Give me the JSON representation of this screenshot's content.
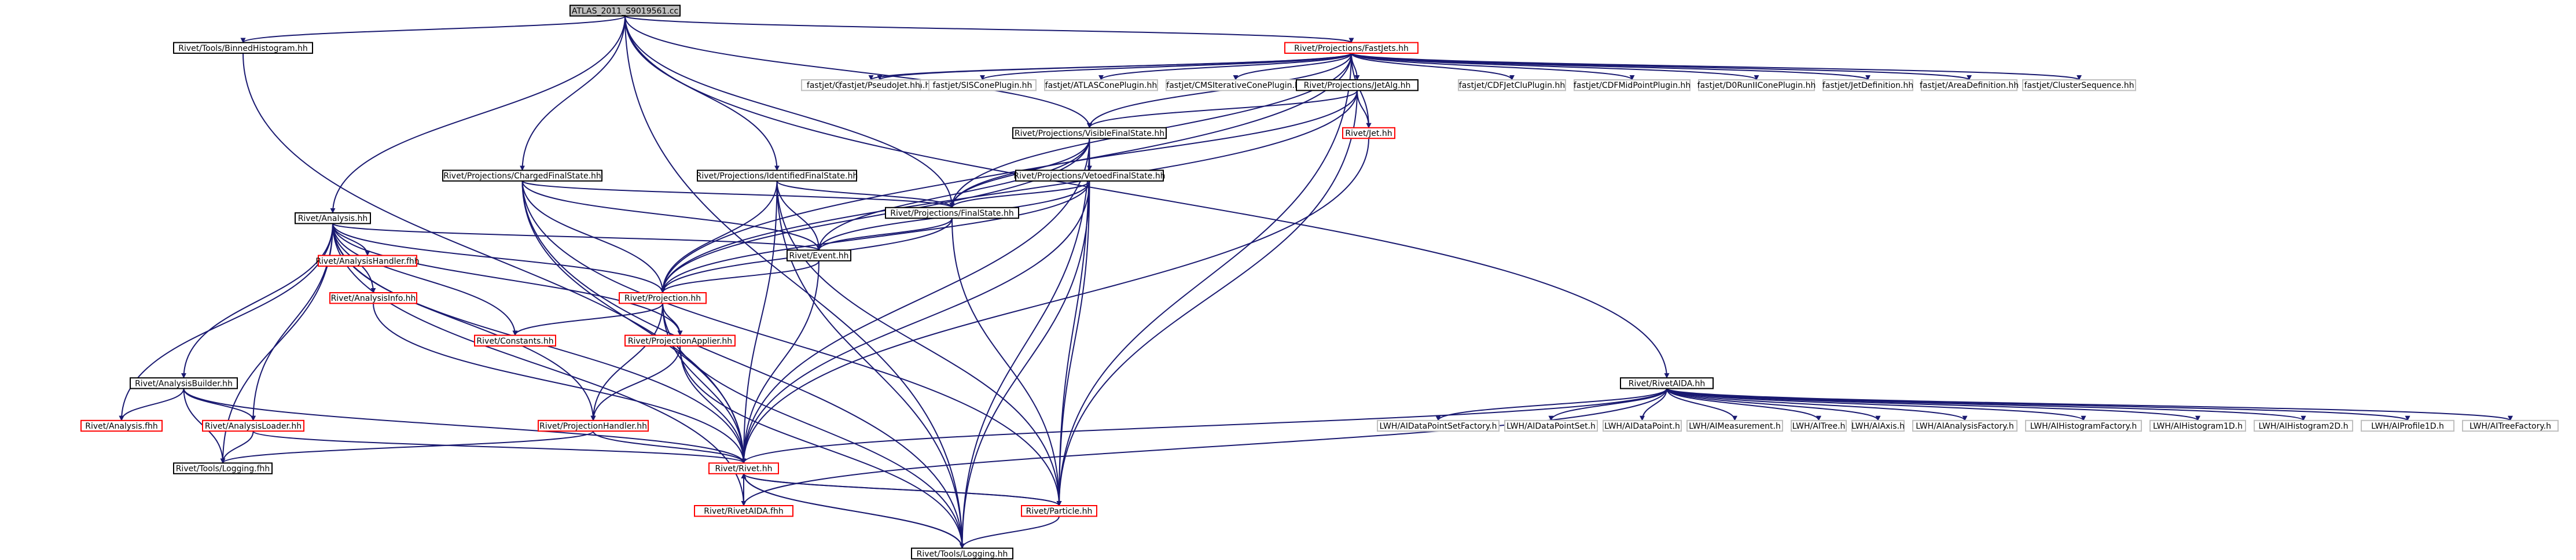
{
  "colors": {
    "edge": "#191970",
    "border_normal": "#000000",
    "border_truncated": "#ff0000",
    "border_external": "#bfbfbf",
    "root_fill": "#bfbfbf",
    "node_fill": "#ffffff"
  },
  "nodes": [
    {
      "id": "root",
      "label": "ATLAS_2011_S9019561.cc",
      "kind": "root"
    },
    {
      "id": "binned",
      "label": "Rivet/Tools/BinnedHistogram.hh",
      "kind": "normal"
    },
    {
      "id": "fastjets",
      "label": "Rivet/Projections/FastJets.hh",
      "kind": "truncated"
    },
    {
      "id": "fj_csa",
      "label": "fastjet/ClusterSequenceArea.hh",
      "kind": "external"
    },
    {
      "id": "fj_pj",
      "label": "fastjet/PseudoJet.hh",
      "kind": "external"
    },
    {
      "id": "fj_sis",
      "label": "fastjet/SISConePlugin.hh",
      "kind": "external"
    },
    {
      "id": "fj_atlas",
      "label": "fastjet/ATLASConePlugin.hh",
      "kind": "external"
    },
    {
      "id": "fj_cms",
      "label": "fastjet/CMSIterativeConePlugin.hh",
      "kind": "external"
    },
    {
      "id": "jetalg",
      "label": "Rivet/Projections/JetAlg.hh",
      "kind": "normal"
    },
    {
      "id": "fj_cdfjc",
      "label": "fastjet/CDFJetCluPlugin.hh",
      "kind": "external"
    },
    {
      "id": "fj_cdfmp",
      "label": "fastjet/CDFMidPointPlugin.hh",
      "kind": "external"
    },
    {
      "id": "fj_d0",
      "label": "fastjet/D0RunIIConePlugin.hh",
      "kind": "external"
    },
    {
      "id": "fj_jetdef",
      "label": "fastjet/JetDefinition.hh",
      "kind": "external"
    },
    {
      "id": "fj_areadef",
      "label": "fastjet/AreaDefinition.hh",
      "kind": "external"
    },
    {
      "id": "fj_cs",
      "label": "fastjet/ClusterSequence.hh",
      "kind": "external"
    },
    {
      "id": "visible",
      "label": "Rivet/Projections/VisibleFinalState.hh",
      "kind": "normal"
    },
    {
      "id": "jet",
      "label": "Rivet/Jet.hh",
      "kind": "truncated"
    },
    {
      "id": "charged",
      "label": "Rivet/Projections/ChargedFinalState.hh",
      "kind": "normal"
    },
    {
      "id": "identified",
      "label": "Rivet/Projections/IdentifiedFinalState.hh",
      "kind": "normal"
    },
    {
      "id": "vetoed",
      "label": "Rivet/Projections/VetoedFinalState.hh",
      "kind": "normal"
    },
    {
      "id": "analysis",
      "label": "Rivet/Analysis.hh",
      "kind": "normal"
    },
    {
      "id": "finalstate",
      "label": "Rivet/Projections/FinalState.hh",
      "kind": "normal"
    },
    {
      "id": "analysishandler",
      "label": "Rivet/AnalysisHandler.fhh",
      "kind": "truncated"
    },
    {
      "id": "event",
      "label": "Rivet/Event.hh",
      "kind": "normal"
    },
    {
      "id": "analysisinfo",
      "label": "Rivet/AnalysisInfo.hh",
      "kind": "truncated"
    },
    {
      "id": "projection",
      "label": "Rivet/Projection.hh",
      "kind": "truncated"
    },
    {
      "id": "constants",
      "label": "Rivet/Constants.hh",
      "kind": "truncated"
    },
    {
      "id": "projapplier",
      "label": "Rivet/ProjectionApplier.hh",
      "kind": "truncated"
    },
    {
      "id": "analysisbuilder",
      "label": "Rivet/AnalysisBuilder.hh",
      "kind": "normal"
    },
    {
      "id": "analysisfhh",
      "label": "Rivet/Analysis.fhh",
      "kind": "truncated"
    },
    {
      "id": "analysisloader",
      "label": "Rivet/AnalysisLoader.hh",
      "kind": "truncated"
    },
    {
      "id": "projhandler",
      "label": "Rivet/ProjectionHandler.hh",
      "kind": "truncated"
    },
    {
      "id": "toolslogfhh",
      "label": "Rivet/Tools/Logging.fhh",
      "kind": "normal"
    },
    {
      "id": "rivethh",
      "label": "Rivet/Rivet.hh",
      "kind": "truncated"
    },
    {
      "id": "rivetaidafhh",
      "label": "Rivet/RivetAIDA.fhh",
      "kind": "truncated"
    },
    {
      "id": "particle",
      "label": "Rivet/Particle.hh",
      "kind": "truncated"
    },
    {
      "id": "logginghh",
      "label": "Rivet/Tools/Logging.hh",
      "kind": "normal"
    },
    {
      "id": "rivetaida",
      "label": "Rivet/RivetAIDA.hh",
      "kind": "normal"
    },
    {
      "id": "lw_dpsf",
      "label": "LWH/AIDataPointSetFactory.h",
      "kind": "external"
    },
    {
      "id": "lw_dps",
      "label": "LWH/AIDataPointSet.h",
      "kind": "external"
    },
    {
      "id": "lw_dp",
      "label": "LWH/AIDataPoint.h",
      "kind": "external"
    },
    {
      "id": "lw_meas",
      "label": "LWH/AIMeasurement.h",
      "kind": "external"
    },
    {
      "id": "lw_tree",
      "label": "LWH/AITree.h",
      "kind": "external"
    },
    {
      "id": "lw_axis",
      "label": "LWH/AIAxis.h",
      "kind": "external"
    },
    {
      "id": "lw_af",
      "label": "LWH/AIAnalysisFactory.h",
      "kind": "external"
    },
    {
      "id": "lw_hf",
      "label": "LWH/AIHistogramFactory.h",
      "kind": "external"
    },
    {
      "id": "lw_h1",
      "label": "LWH/AIHistogram1D.h",
      "kind": "external"
    },
    {
      "id": "lw_h2",
      "label": "LWH/AIHistogram2D.h",
      "kind": "external"
    },
    {
      "id": "lw_p1",
      "label": "LWH/AIProfile1D.h",
      "kind": "external"
    },
    {
      "id": "lw_tf",
      "label": "LWH/AITreeFactory.h",
      "kind": "external"
    }
  ],
  "edges": [
    [
      "root",
      "binned"
    ],
    [
      "root",
      "fastjets"
    ],
    [
      "root",
      "analysis"
    ],
    [
      "root",
      "charged"
    ],
    [
      "root",
      "identified"
    ],
    [
      "root",
      "visible"
    ],
    [
      "root",
      "finalstate"
    ],
    [
      "root",
      "rivetaida"
    ],
    [
      "root",
      "logginghh"
    ],
    [
      "binned",
      "rivethh"
    ],
    [
      "fastjets",
      "fj_csa"
    ],
    [
      "fastjets",
      "fj_pj"
    ],
    [
      "fastjets",
      "fj_sis"
    ],
    [
      "fastjets",
      "fj_atlas"
    ],
    [
      "fastjets",
      "fj_cms"
    ],
    [
      "fastjets",
      "jetalg"
    ],
    [
      "fastjets",
      "fj_cdfjc"
    ],
    [
      "fastjets",
      "fj_cdfmp"
    ],
    [
      "fastjets",
      "fj_d0"
    ],
    [
      "fastjets",
      "fj_jetdef"
    ],
    [
      "fastjets",
      "fj_areadef"
    ],
    [
      "fastjets",
      "fj_cs"
    ],
    [
      "fastjets",
      "jet"
    ],
    [
      "fastjets",
      "visible"
    ],
    [
      "fastjets",
      "finalstate"
    ],
    [
      "fastjets",
      "projection"
    ],
    [
      "fastjets",
      "particle"
    ],
    [
      "jetalg",
      "jet"
    ],
    [
      "jetalg",
      "visible"
    ],
    [
      "jetalg",
      "projection"
    ],
    [
      "jetalg",
      "finalstate"
    ],
    [
      "jetalg",
      "particle"
    ],
    [
      "jet",
      "rivethh"
    ],
    [
      "visible",
      "vetoed"
    ],
    [
      "visible",
      "finalstate"
    ],
    [
      "visible",
      "event"
    ],
    [
      "visible",
      "projection"
    ],
    [
      "visible",
      "rivethh"
    ],
    [
      "visible",
      "particle"
    ],
    [
      "visible",
      "logginghh"
    ],
    [
      "vetoed",
      "finalstate"
    ],
    [
      "vetoed",
      "event"
    ],
    [
      "vetoed",
      "projection"
    ],
    [
      "vetoed",
      "rivethh"
    ],
    [
      "vetoed",
      "particle"
    ],
    [
      "vetoed",
      "logginghh"
    ],
    [
      "charged",
      "finalstate"
    ],
    [
      "charged",
      "event"
    ],
    [
      "charged",
      "projection"
    ],
    [
      "charged",
      "rivethh"
    ],
    [
      "charged",
      "particle"
    ],
    [
      "charged",
      "logginghh"
    ],
    [
      "identified",
      "finalstate"
    ],
    [
      "identified",
      "event"
    ],
    [
      "identified",
      "projection"
    ],
    [
      "identified",
      "rivethh"
    ],
    [
      "identified",
      "particle"
    ],
    [
      "identified",
      "logginghh"
    ],
    [
      "finalstate",
      "event"
    ],
    [
      "finalstate",
      "projection"
    ],
    [
      "finalstate",
      "particle"
    ],
    [
      "analysis",
      "analysishandler"
    ],
    [
      "analysis",
      "event"
    ],
    [
      "analysis",
      "analysisinfo"
    ],
    [
      "analysis",
      "projection"
    ],
    [
      "analysis",
      "constants"
    ],
    [
      "analysis",
      "projapplier"
    ],
    [
      "analysis",
      "analysisbuilder"
    ],
    [
      "analysis",
      "analysisfhh"
    ],
    [
      "analysis",
      "analysisloader"
    ],
    [
      "analysis",
      "projhandler"
    ],
    [
      "analysis",
      "toolslogfhh"
    ],
    [
      "analysis",
      "rivethh"
    ],
    [
      "analysis",
      "rivetaidafhh"
    ],
    [
      "event",
      "projection"
    ],
    [
      "event",
      "rivethh"
    ],
    [
      "analysisinfo",
      "rivethh"
    ],
    [
      "projection",
      "constants"
    ],
    [
      "projection",
      "projapplier"
    ],
    [
      "projection",
      "projhandler"
    ],
    [
      "projection",
      "rivethh"
    ],
    [
      "projection",
      "logginghh"
    ],
    [
      "projapplier",
      "projhandler"
    ],
    [
      "projapplier",
      "rivethh"
    ],
    [
      "projapplier",
      "logginghh"
    ],
    [
      "analysisbuilder",
      "analysisfhh"
    ],
    [
      "analysisbuilder",
      "analysisloader"
    ],
    [
      "analysisbuilder",
      "toolslogfhh"
    ],
    [
      "analysisbuilder",
      "rivethh"
    ],
    [
      "analysisloader",
      "toolslogfhh"
    ],
    [
      "analysisloader",
      "rivethh"
    ],
    [
      "projhandler",
      "toolslogfhh"
    ],
    [
      "projhandler",
      "rivethh"
    ],
    [
      "rivethh",
      "rivetaidafhh"
    ],
    [
      "rivethh",
      "particle"
    ],
    [
      "rivethh",
      "logginghh"
    ],
    [
      "particle",
      "rivethh"
    ],
    [
      "particle",
      "logginghh"
    ],
    [
      "logginghh",
      "rivethh"
    ],
    [
      "rivetaida",
      "rivethh"
    ],
    [
      "rivetaida",
      "rivetaidafhh"
    ],
    [
      "rivetaida",
      "lw_dpsf"
    ],
    [
      "rivetaida",
      "lw_dps"
    ],
    [
      "rivetaida",
      "lw_dp"
    ],
    [
      "rivetaida",
      "lw_meas"
    ],
    [
      "rivetaida",
      "lw_tree"
    ],
    [
      "rivetaida",
      "lw_axis"
    ],
    [
      "rivetaida",
      "lw_af"
    ],
    [
      "rivetaida",
      "lw_hf"
    ],
    [
      "rivetaida",
      "lw_h1"
    ],
    [
      "rivetaida",
      "lw_h2"
    ],
    [
      "rivetaida",
      "lw_p1"
    ],
    [
      "rivetaida",
      "lw_tf"
    ]
  ]
}
